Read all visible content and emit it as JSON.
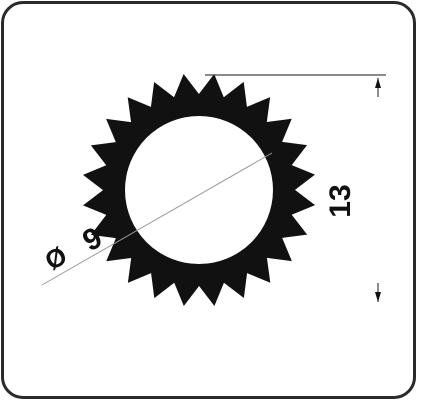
{
  "drawing": {
    "shape": "serrated ring profile",
    "tooth_count": 24,
    "outer_dimension": {
      "value": "13"
    },
    "inner_diameter": {
      "symbol": "Ø",
      "value": "9"
    },
    "colors": {
      "profile": "#111111",
      "frame": "#2a2a2a",
      "background": "#ffffff",
      "dimension_lines": "#444444",
      "leader_line": "#9a9a9a"
    }
  }
}
